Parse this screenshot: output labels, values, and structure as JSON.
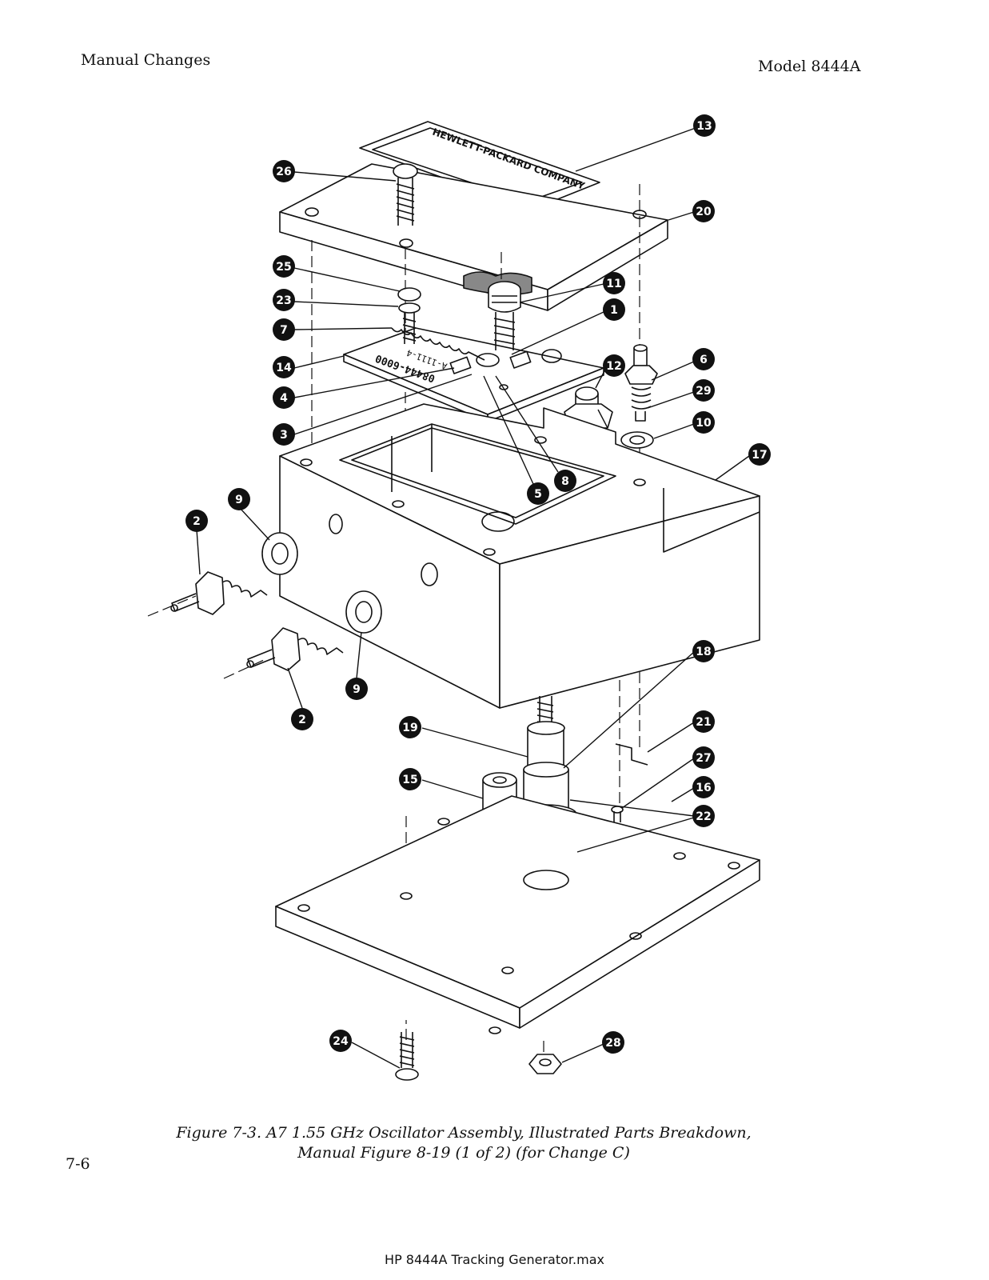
{
  "header": {
    "left": "Manual Changes",
    "right": "Model 8444A"
  },
  "diagram": {
    "nameplate_text": "HEWLETT-PACKARD COMPANY",
    "board_text": "08444-6000",
    "board_text2": "A-1111-4",
    "callouts": {
      "c1": "1",
      "c2a": "2",
      "c2b": "2",
      "c3": "3",
      "c4": "4",
      "c5": "5",
      "c6": "6",
      "c7": "7",
      "c8": "8",
      "c9a": "9",
      "c9b": "9",
      "c10": "10",
      "c11": "11",
      "c12": "12",
      "c13": "13",
      "c14": "14",
      "c15": "15",
      "c16": "16",
      "c17": "17",
      "c18": "18",
      "c19": "19",
      "c20": "20",
      "c21": "21",
      "c22": "22",
      "c23": "23",
      "c24": "24",
      "c25": "25",
      "c26": "26",
      "c27": "27",
      "c28": "28",
      "c29": "29"
    }
  },
  "caption": {
    "line1": "Figure 7-3.  A7 1.55 GHz Oscillator Assembly, Illustrated Parts Breakdown,",
    "line2": "Manual Figure 8-19 (1 of 2) (for Change C)"
  },
  "page_number": "7-6",
  "footer": "HP 8444A Tracking Generator.max"
}
